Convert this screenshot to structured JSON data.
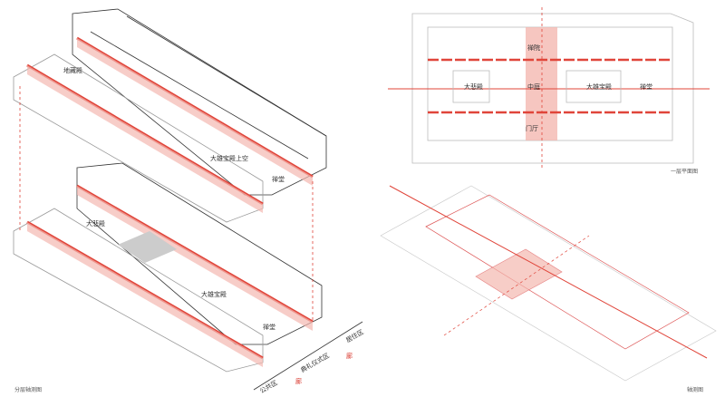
{
  "axo_layers": {
    "caption": "分层轴测图",
    "upper": {
      "dizang": "地藏殿",
      "daxiong_above": "大雄宝殿上空",
      "chantang": "禅堂"
    },
    "lower": {
      "dabei": "大悲殿",
      "daxiong": "大雄宝殿",
      "chantang": "禅堂"
    },
    "zones": {
      "living": "居住区",
      "ceremony": "典礼仪式区",
      "public": "公共区",
      "corridor1": "廊",
      "corridor2": "廊"
    }
  },
  "plan": {
    "caption": "一层平面图",
    "rooms": {
      "chanyuan": "禅院",
      "dabei": "大悲殿",
      "courtyard": "中庭",
      "daxiong": "大雄宝殿",
      "chantang": "禅堂",
      "lobby": "门厅"
    }
  },
  "axo": {
    "caption": "轴测图"
  },
  "colors": {
    "accent": "#e0453a",
    "accent_fill": "#f4b8b0",
    "line": "#333333"
  }
}
